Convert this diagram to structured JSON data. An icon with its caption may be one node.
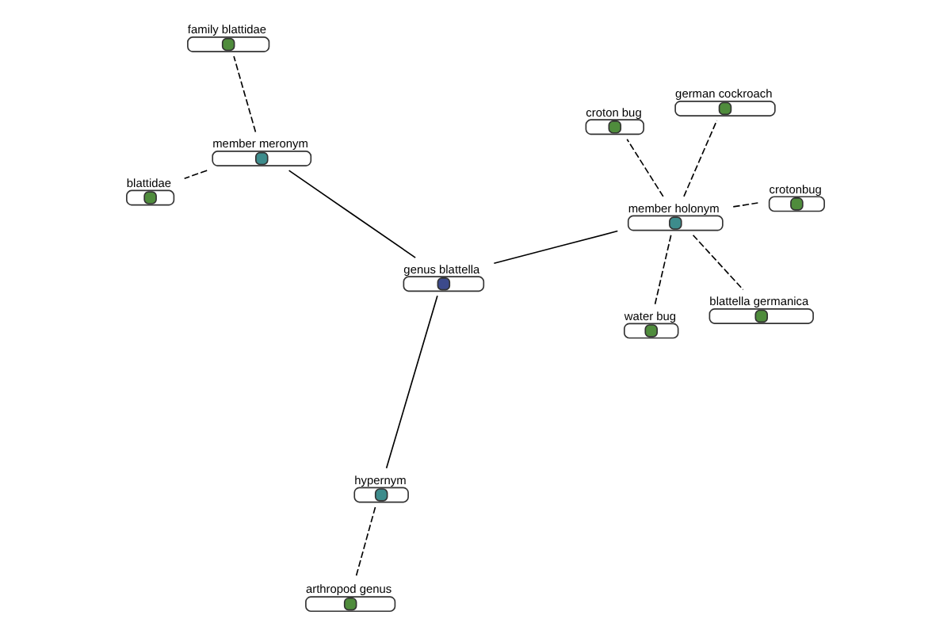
{
  "diagram": {
    "nodes": [
      {
        "text": [
          "genus blattella"
        ]
      },
      {
        "text": [
          "member holonym"
        ]
      },
      {
        "text": [
          "hypernym"
        ]
      },
      {
        "text": [
          "member meronym"
        ]
      },
      {
        "text": [
          "german cockroach"
        ]
      },
      {
        "text": [
          "croton bug"
        ]
      },
      {
        "text": [
          "water bug"
        ]
      },
      {
        "text": [
          "crotonbug"
        ]
      },
      {
        "text": [
          "blattella germanica"
        ]
      },
      {
        "text": [
          "arthropod genus"
        ]
      },
      {
        "text": [
          "blattidae"
        ]
      },
      {
        "text": [
          "family blattidae"
        ]
      }
    ],
    "edges": [
      {
        "from": 0,
        "to": 1,
        "arrow": "none"
      },
      {
        "from": 0,
        "to": 2,
        "arrow": "none"
      },
      {
        "from": 0,
        "to": 3,
        "arrow": "none"
      },
      {
        "from": 1,
        "to": 4,
        "arrow": "none",
        "style": "dashed"
      },
      {
        "from": 1,
        "to": 5,
        "arrow": "none",
        "style": "dashed"
      },
      {
        "from": 1,
        "to": 6,
        "arrow": "none",
        "style": "dashed"
      },
      {
        "from": 1,
        "to": 7,
        "arrow": "none",
        "style": "dashed"
      },
      {
        "from": 1,
        "to": 8,
        "arrow": "none",
        "style": "dashed"
      },
      {
        "from": 2,
        "to": 9,
        "arrow": "none",
        "style": "dashed"
      },
      {
        "from": 3,
        "to": 10,
        "arrow": "none",
        "style": "dashed"
      },
      {
        "from": 3,
        "to": 11,
        "arrow": "none",
        "style": "dashed"
      }
    ]
  }
}
